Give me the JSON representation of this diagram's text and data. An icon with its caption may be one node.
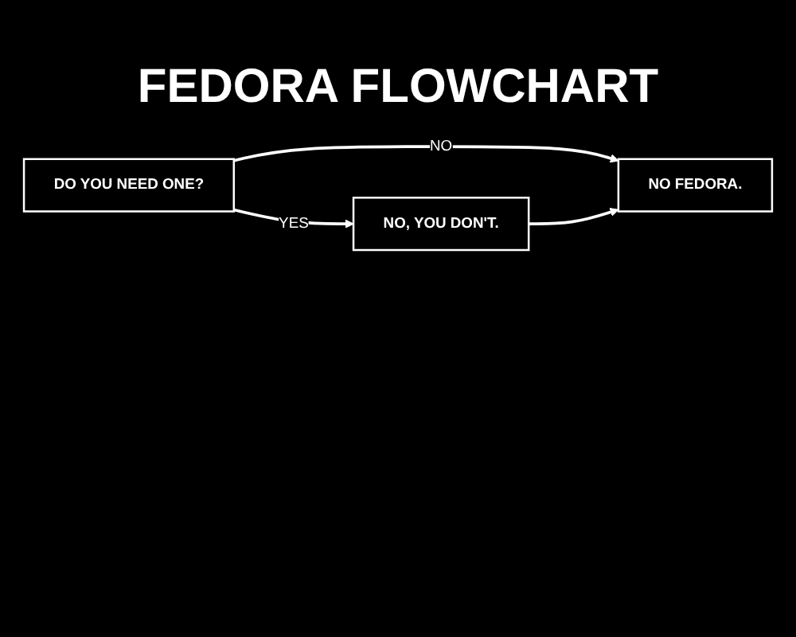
{
  "diagram": {
    "title": "FEDORA FLOWCHART",
    "nodes": [
      {
        "text": [
          "DO YOU NEED ONE?"
        ]
      },
      {
        "text": [
          "NO FEDORA."
        ]
      },
      {
        "text": [
          "NO, YOU DON'T."
        ]
      }
    ],
    "edges": [
      {
        "from": 0,
        "to": 1,
        "arrow": "to",
        "label": "NO"
      },
      {
        "from": 0,
        "to": 2,
        "arrow": "to",
        "label": "YES"
      },
      {
        "from": 2,
        "to": 1,
        "arrow": "to"
      }
    ]
  }
}
